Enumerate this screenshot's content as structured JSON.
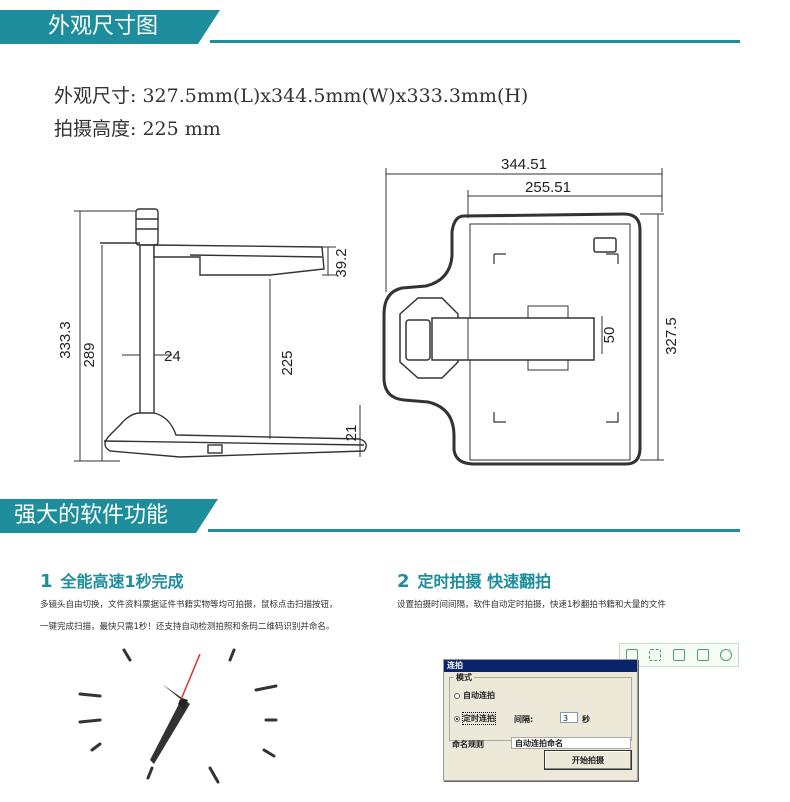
{
  "section1": {
    "title": "外观尺寸图"
  },
  "specs": {
    "line1": "外观尺寸: 327.5mm(L)x344.5mm(W)x333.3mm(H)",
    "line2": "拍摄高度: 225 mm"
  },
  "side_dims": {
    "total_height": "333.3",
    "pole_height": "289",
    "arm_depth": "39.2",
    "capture_height": "225",
    "pole_width": "24",
    "base_height": "21"
  },
  "top_dims": {
    "total_width": "344.51",
    "inner_width": "255.51",
    "total_length": "327.5",
    "arm_width": "50"
  },
  "section2": {
    "title": "强大的软件功能"
  },
  "features": [
    {
      "num": "1",
      "title": "全能高速1秒完成",
      "desc_line1": "多镜头自由切换，文件资料票据证件书籍实物等均可拍摄，鼠标点击扫描按钮，",
      "desc_line2": "一键完成扫描，最快只需1秒！还支持自动检测拍照和条码二维码识别并命名。"
    },
    {
      "num": "2",
      "title": "定时拍摄 快速翻拍",
      "desc_line1": "设置拍摄时间间隔，软件自动定时拍摄，快速1秒翻拍书籍和大量的文件"
    }
  ],
  "dialog": {
    "title": "连拍",
    "group_label": "模式",
    "radio_auto": "自动连拍",
    "radio_timed": "定时连拍",
    "interval_label": "间隔:",
    "interval_value": "3",
    "interval_unit": "秒",
    "naming_label": "命名规则",
    "naming_value": "自动连拍命名",
    "start_button": "开始拍摄"
  }
}
